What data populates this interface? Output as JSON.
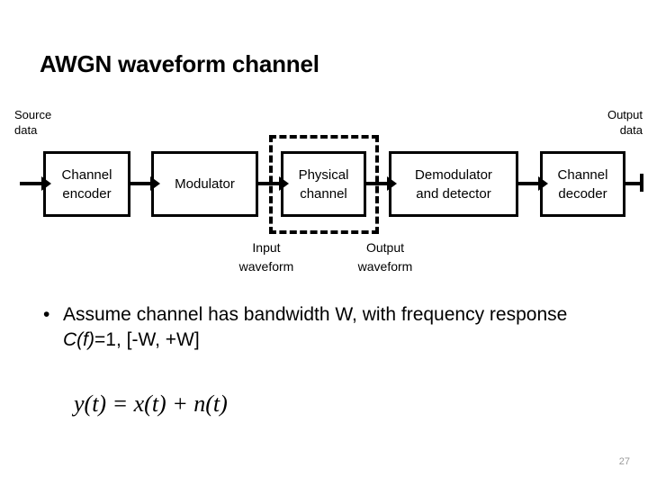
{
  "slide": {
    "title": "AWGN waveform channel",
    "page_number": "27",
    "page_number_color": "#9b9b9b",
    "background_color": "#ffffff",
    "foreground_color": "#000000"
  },
  "diagram": {
    "source_label_line1": "Source",
    "source_label_line2": "data",
    "output_label_line1": "Output",
    "output_label_line2": "data",
    "blocks": [
      {
        "id": "channel-encoder",
        "line1": "Channel",
        "line2": "encoder"
      },
      {
        "id": "modulator",
        "line1": "Modulator",
        "line2": ""
      },
      {
        "id": "physical-channel",
        "line1": "Physical",
        "line2": "channel"
      },
      {
        "id": "demodulator",
        "line1": "Demodulator",
        "line2": "and detector"
      },
      {
        "id": "channel-decoder",
        "line1": "Channel",
        "line2": "decoder"
      }
    ],
    "boundary_style": "dashed",
    "boundary_encloses": "physical-channel",
    "captions": {
      "input_line1": "Input",
      "input_line2": "waveform",
      "output_line1": "Output",
      "output_line2": "waveform"
    }
  },
  "body": {
    "bullet_marker": "•",
    "bullet_text_part1": "Assume channel has bandwidth W, with frequency response ",
    "bullet_text_italic": "C(f)",
    "bullet_text_part2": "=1, [-W, +W]",
    "equation": "y(t) = x(t) + n(t)"
  }
}
